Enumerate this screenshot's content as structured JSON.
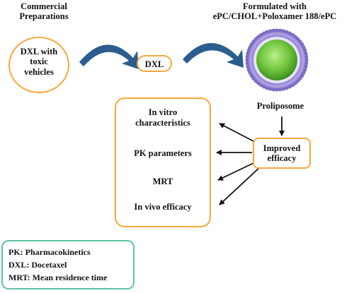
{
  "header": {
    "left_title_line1": "Commercial",
    "left_title_line2": "Preparations",
    "right_title_line1": "Formulated with",
    "right_title_line2": "ePC/CHOL+Poloxamer 188/ePC"
  },
  "nodes": {
    "dxl_vehicles_line1": "DXL with",
    "dxl_vehicles_line2": "toxic",
    "dxl_vehicles_line3": "vehicles",
    "dxl": "DXL",
    "proliposome": "Proliposome",
    "improved_line1": "Improved",
    "improved_line2": "efficacy"
  },
  "outcomes": {
    "item1_line1": "In vitro",
    "item1_line2": "characteristics",
    "item2": "PK parameters",
    "item3": "MRT",
    "item4": "In vivo efficacy"
  },
  "legend": {
    "pk": "PK: Pharmacokinetics",
    "dxl": "DXL: Docetaxel",
    "mrt": "MRT: Mean residence time"
  },
  "colors": {
    "box_border": "#f4a93b",
    "legend_border": "#5fc2a8",
    "curved_arrow": "#2b5d8e",
    "liposome_shell": "#b7a7e3",
    "liposome_core": "#7ac943"
  }
}
